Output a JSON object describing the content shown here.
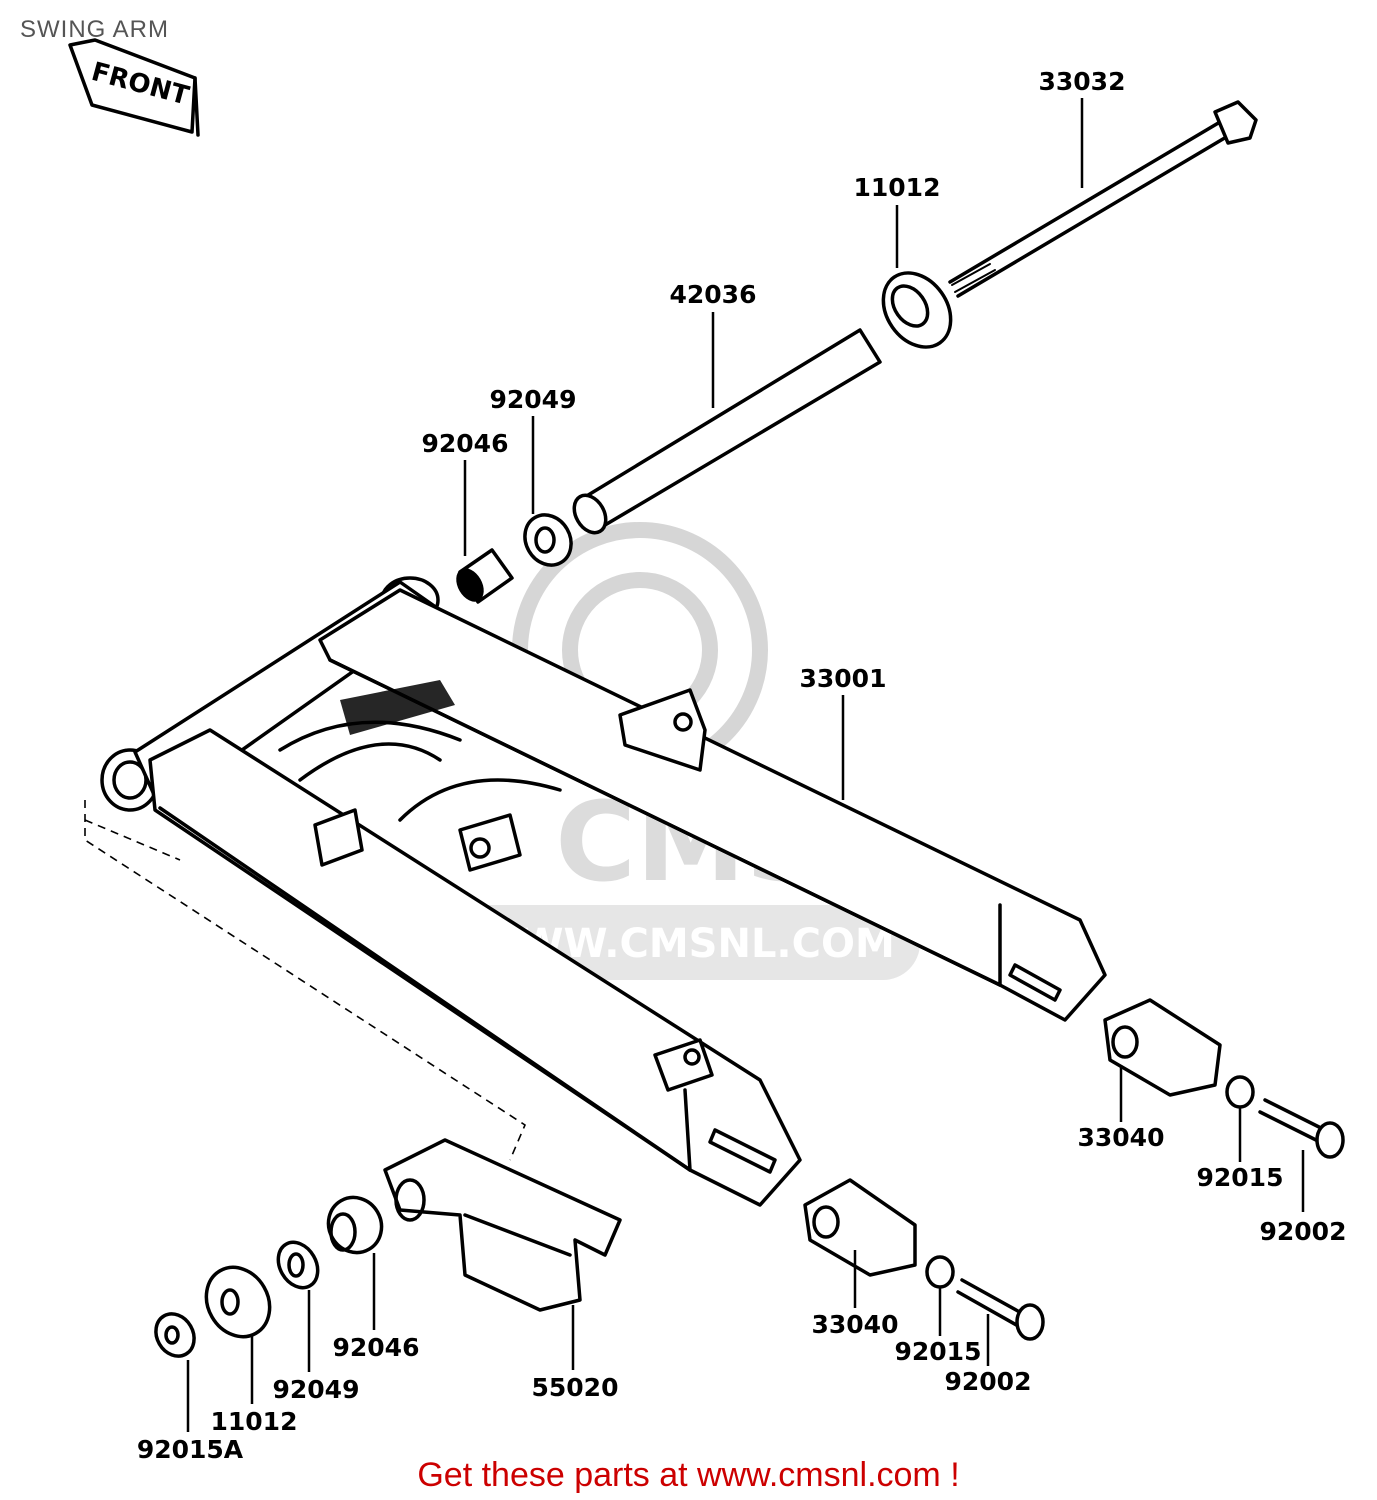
{
  "title": "SWING ARM",
  "front_label": "FRONT",
  "watermark": {
    "text": "WWW.CMSNL.COM",
    "logo": "CMS"
  },
  "footer": "Get these parts at www.cmsnl.com !",
  "parts": [
    {
      "id": "33032"
    },
    {
      "id": "11012"
    },
    {
      "id": "42036"
    },
    {
      "id": "92049"
    },
    {
      "id": "92046"
    },
    {
      "id": "33001"
    },
    {
      "id": "33040"
    },
    {
      "id": "92015"
    },
    {
      "id": "92002"
    },
    {
      "id": "33040"
    },
    {
      "id": "92015"
    },
    {
      "id": "92002"
    },
    {
      "id": "92046"
    },
    {
      "id": "55020"
    },
    {
      "id": "92049"
    },
    {
      "id": "11012"
    },
    {
      "id": "92015A"
    }
  ]
}
